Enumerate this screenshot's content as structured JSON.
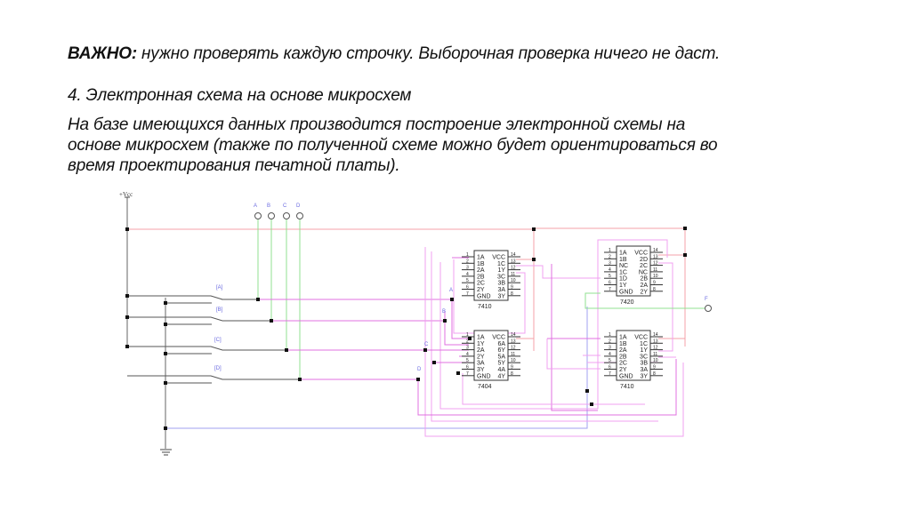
{
  "heading": {
    "important_label": "ВАЖНО:",
    "important_text": " нужно проверять каждую строчку. Выборочная проверка ничего не даст.",
    "section_title": "4. Электронная схема на основе микросхем"
  },
  "paragraph": {
    "lines": [
      "На базе имеющихся данных производится построение электронной схемы на",
      "основе микросхем (также по полученной схеме можно будет ориентироваться во",
      "время проектирования печатной платы)."
    ]
  },
  "schematic": {
    "power_label": "+Vcc",
    "probes": [
      "A",
      "B",
      "C",
      "D"
    ],
    "switches": [
      "[A]",
      "[B]",
      "[C]",
      "[D]"
    ],
    "output_label": "F",
    "net_labels": [
      "A",
      "B",
      "C",
      "D"
    ],
    "colors": {
      "power": "#f4a0a8",
      "wire": "#e070e0",
      "wire_light": "#f0a0f0",
      "ground": "#a0a0f0",
      "probe": "#90e090",
      "black": "#333333"
    },
    "chips": [
      {
        "name": "7410",
        "left_pins": [
          "1",
          "2",
          "3",
          "4",
          "5",
          "6",
          "7"
        ],
        "left_labels": [
          "1A",
          "1B",
          "2A",
          "2B",
          "2C",
          "2Y",
          "GND"
        ],
        "right_pins": [
          "14",
          "13",
          "12",
          "11",
          "10",
          "9",
          "8"
        ],
        "right_labels": [
          "VCC",
          "1C",
          "1Y",
          "3C",
          "3B",
          "3A",
          "3Y"
        ]
      },
      {
        "name": "7420",
        "left_pins": [
          "1",
          "2",
          "3",
          "4",
          "5",
          "6",
          "7"
        ],
        "left_labels": [
          "1A",
          "1B",
          "NC",
          "1C",
          "1D",
          "1Y",
          "GND"
        ],
        "right_pins": [
          "14",
          "13",
          "12",
          "11",
          "10",
          "9",
          "8"
        ],
        "right_labels": [
          "VCC",
          "2D",
          "2C",
          "NC",
          "2B",
          "2A",
          "2Y"
        ]
      },
      {
        "name": "7404",
        "left_pins": [
          "1",
          "2",
          "3",
          "4",
          "5",
          "6",
          "7"
        ],
        "left_labels": [
          "1A",
          "1Y",
          "2A",
          "2Y",
          "3A",
          "3Y",
          "GND"
        ],
        "right_pins": [
          "14",
          "13",
          "12",
          "11",
          "10",
          "9",
          "8"
        ],
        "right_labels": [
          "VCC",
          "6A",
          "6Y",
          "5A",
          "5Y",
          "4A",
          "4Y"
        ]
      },
      {
        "name": "7410",
        "left_pins": [
          "1",
          "2",
          "3",
          "4",
          "5",
          "6",
          "7"
        ],
        "left_labels": [
          "1A",
          "1B",
          "2A",
          "2B",
          "2C",
          "2Y",
          "GND"
        ],
        "right_pins": [
          "14",
          "13",
          "12",
          "11",
          "10",
          "9",
          "8"
        ],
        "right_labels": [
          "VCC",
          "1C",
          "1Y",
          "3C",
          "3B",
          "3A",
          "3Y"
        ]
      }
    ]
  }
}
